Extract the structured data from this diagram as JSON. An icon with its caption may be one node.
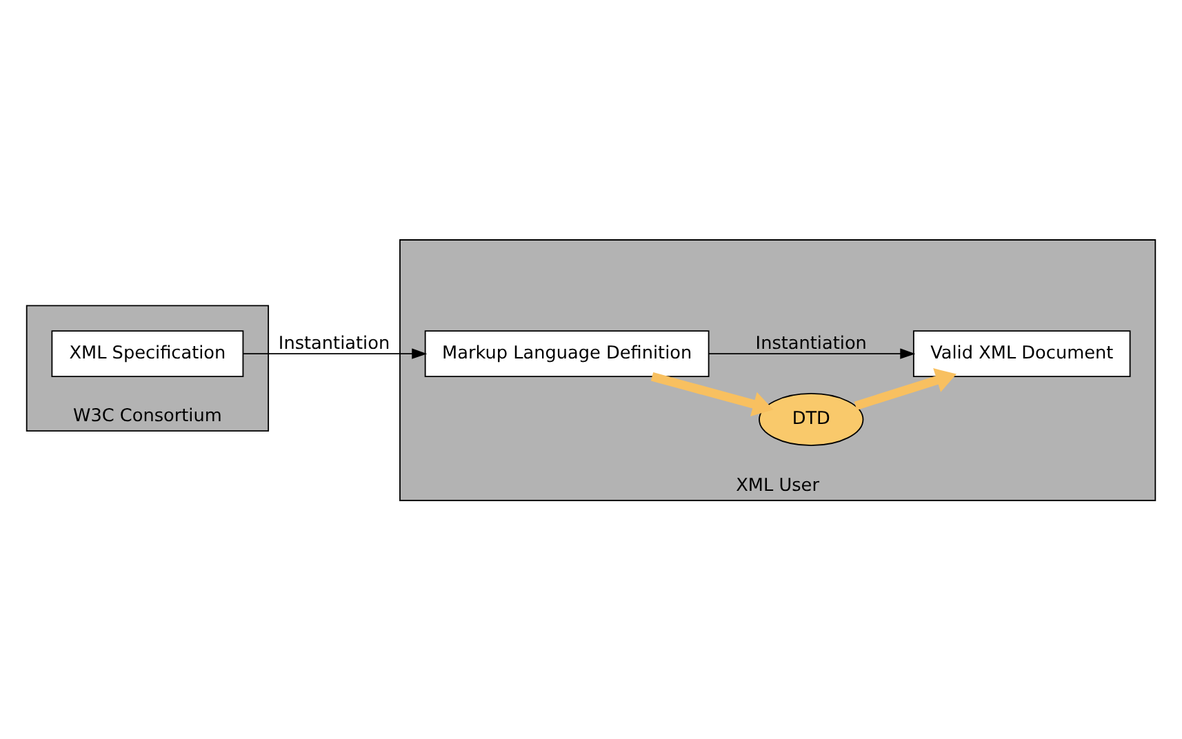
{
  "diagram": {
    "nodes": [
      {
        "text": [
          "W3C Consortium"
        ]
      },
      {
        "text": [
          "XML User"
        ]
      },
      {
        "text": [
          "XML Specification"
        ],
        "in": 0
      },
      {
        "text": [
          "Markup Language Definition"
        ],
        "in": 1
      },
      {
        "text": [
          "DTD"
        ],
        "in": 1
      },
      {
        "text": [
          "Valid XML Document"
        ],
        "in": 1
      }
    ],
    "edges": [
      {
        "from": 2,
        "to": 3,
        "arrow": "to",
        "label": "Instantiation"
      },
      {
        "from": 3,
        "to": 5,
        "arrow": "to",
        "label": "Instantiation"
      },
      {
        "from": 3,
        "to": 4,
        "arrow": "to",
        "style": "thick",
        "color": "#f8c060"
      },
      {
        "from": 4,
        "to": 5,
        "arrow": "to",
        "style": "thick",
        "color": "#f8c060"
      }
    ]
  }
}
